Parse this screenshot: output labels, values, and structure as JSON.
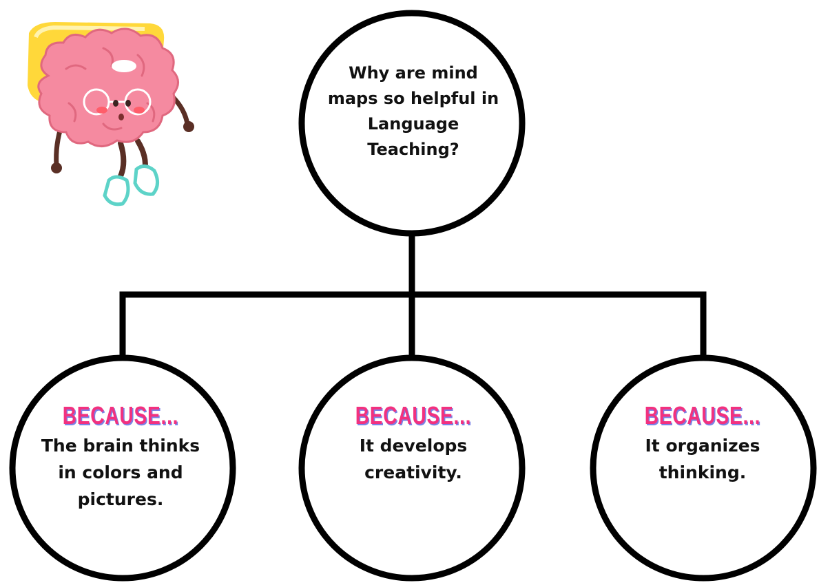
{
  "diagram": {
    "root": {
      "lines": [
        "Why are mind",
        "maps so helpful in",
        "Language",
        "Teaching?"
      ]
    },
    "branches": [
      {
        "prefix": "BECAUSE...",
        "lines": [
          "The brain thinks",
          "in colors and",
          "pictures."
        ]
      },
      {
        "prefix": "BECAUSE...",
        "lines": [
          "It develops",
          "creativity."
        ]
      },
      {
        "prefix": "BECAUSE...",
        "lines": [
          "It organizes",
          "thinking."
        ]
      }
    ],
    "illustration": "cartoon-brain-with-glasses",
    "colors": {
      "line": "#000000",
      "because_text": "#f2317f",
      "because_shadow": "#7a82e6",
      "brain": "#f58aa0",
      "brain_stroke": "#e0687f",
      "shoe": "#5dd3c8",
      "card": "#ffd83a"
    }
  }
}
